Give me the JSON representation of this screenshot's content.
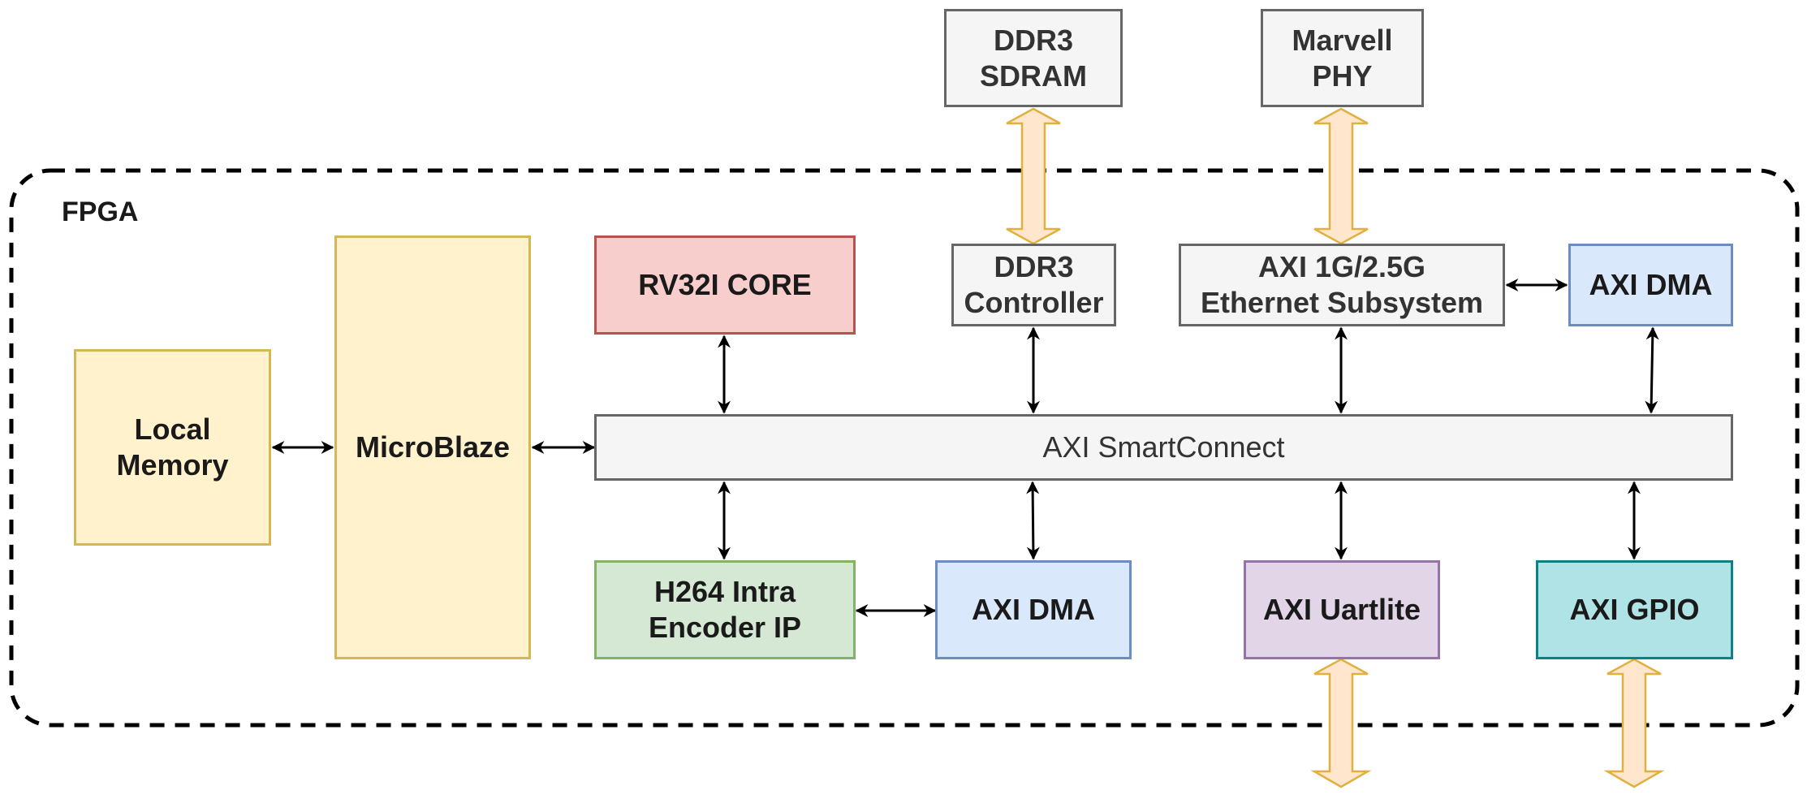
{
  "fpga": {
    "label": "FPGA"
  },
  "blocks": {
    "ddr3_sdram": {
      "label": "DDR3\nSDRAM"
    },
    "marvell_phy": {
      "label": "Marvell\nPHY"
    },
    "rv32i_core": {
      "label": "RV32I CORE"
    },
    "ddr3_controller": {
      "label": "DDR3\nController"
    },
    "eth_subsystem": {
      "label": "AXI 1G/2.5G\nEthernet Subsystem"
    },
    "axi_dma_top": {
      "label": "AXI DMA"
    },
    "local_memory": {
      "label": "Local\nMemory"
    },
    "microblaze": {
      "label": "MicroBlaze"
    },
    "smartconnect": {
      "label": "AXI SmartConnect"
    },
    "h264_encoder": {
      "label": "H264 Intra\nEncoder IP"
    },
    "axi_dma_bottom": {
      "label": "AXI DMA"
    },
    "axi_uartlite": {
      "label": "AXI Uartlite"
    },
    "axi_gpio": {
      "label": "AXI GPIO"
    }
  },
  "colors": {
    "gray_fill": "#f5f5f5",
    "gray_stroke": "#666666",
    "red_fill": "#f8cecc",
    "red_stroke": "#b85450",
    "blue_fill": "#dae8fc",
    "blue_stroke": "#6c8ebf",
    "yellow_fill": "#fff2cc",
    "yellow_stroke": "#d6b656",
    "green_fill": "#d5e8d4",
    "green_stroke": "#82b366",
    "purple_fill": "#e1d5e7",
    "purple_stroke": "#9673a6",
    "teal_fill": "#b0e3e6",
    "teal_stroke": "#0e8088",
    "bus_arrow_fill": "#ffe6cc",
    "bus_arrow_stroke": "#e0b040"
  }
}
